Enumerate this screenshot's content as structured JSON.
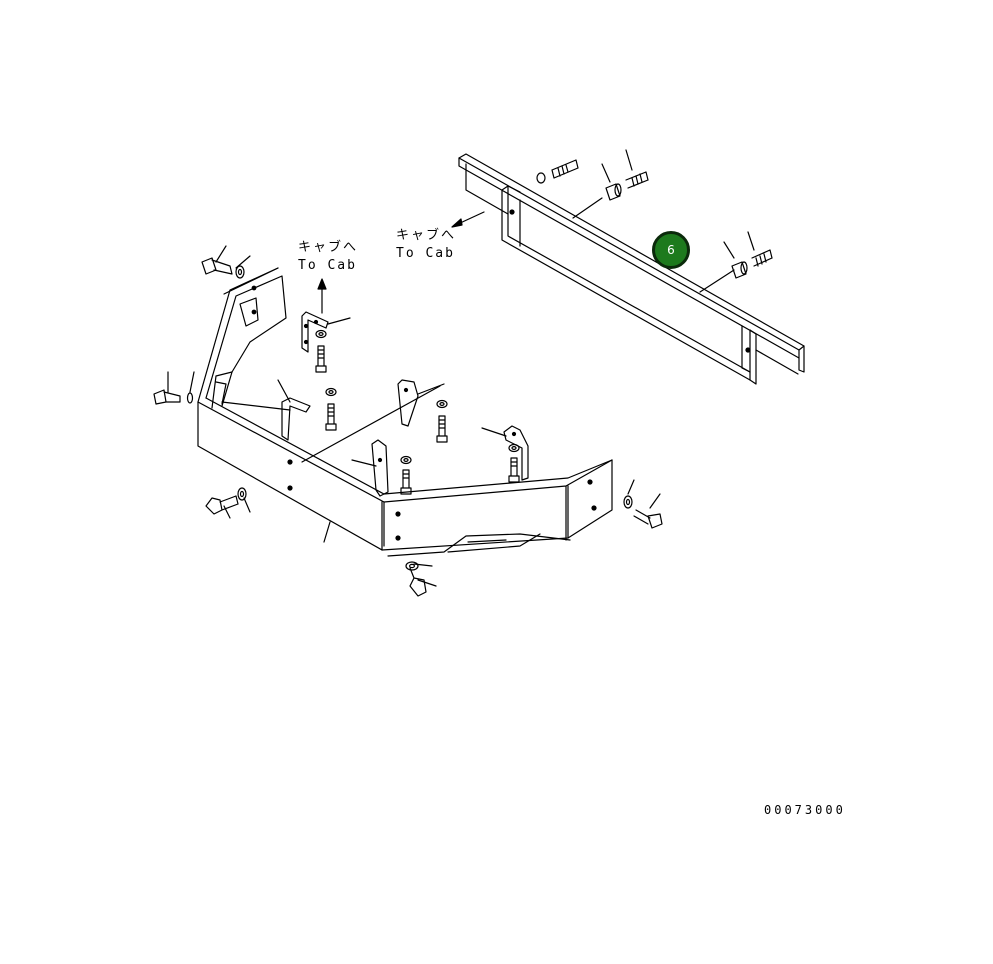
{
  "labels": {
    "cab_label_left_jp": "キャブへ",
    "cab_label_left_en": "To Cab",
    "cab_label_right_jp": "キャブへ",
    "cab_label_right_en": "To Cab"
  },
  "callout": {
    "number": "6",
    "color": "#1d7a1d"
  },
  "drawing_number": "00073000"
}
